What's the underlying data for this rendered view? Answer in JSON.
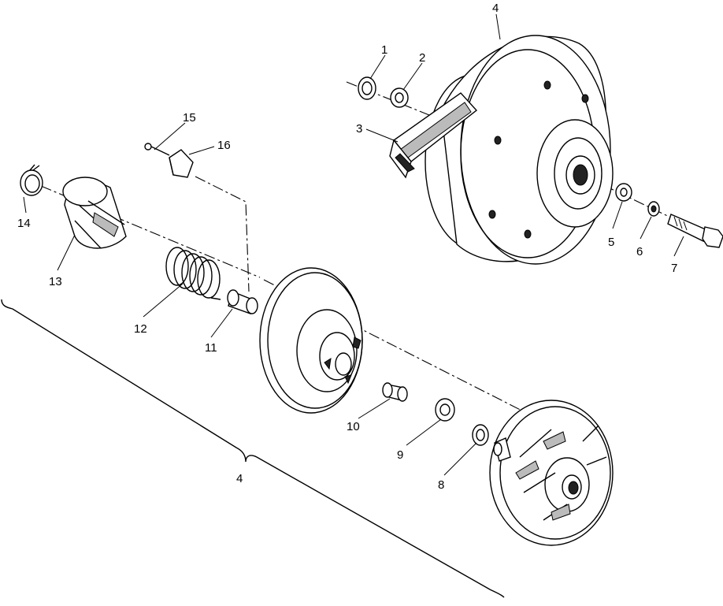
{
  "callouts": {
    "c1": "1",
    "c2": "2",
    "c3": "3",
    "c4_top": "4",
    "c5": "5",
    "c6": "6",
    "c7": "7",
    "c8": "8",
    "c9": "9",
    "c10": "10",
    "c11": "11",
    "c12": "12",
    "c13": "13",
    "c14": "14",
    "c15": "15",
    "c16": "16",
    "c4_bracket": "4"
  },
  "colors": {
    "line": "#000000",
    "background": "#ffffff"
  }
}
